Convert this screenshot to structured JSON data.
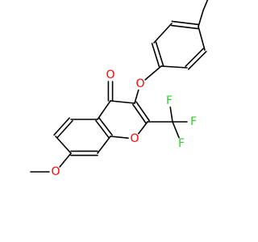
{
  "molecule": {
    "colors": {
      "bond": "#000000",
      "O": "#ff0000",
      "F": "#33cc33"
    },
    "atoms": [
      {
        "id": "O_carbonyl",
        "label": "O",
        "element": "O"
      },
      {
        "id": "O_ether",
        "label": "O",
        "element": "O"
      },
      {
        "id": "O_methoxy",
        "label": "O",
        "element": "O"
      },
      {
        "id": "O_ring",
        "label": "O",
        "element": "O"
      },
      {
        "id": "F1",
        "label": "F",
        "element": "F"
      },
      {
        "id": "F2",
        "label": "F",
        "element": "F"
      },
      {
        "id": "F3",
        "label": "F",
        "element": "F"
      }
    ]
  }
}
